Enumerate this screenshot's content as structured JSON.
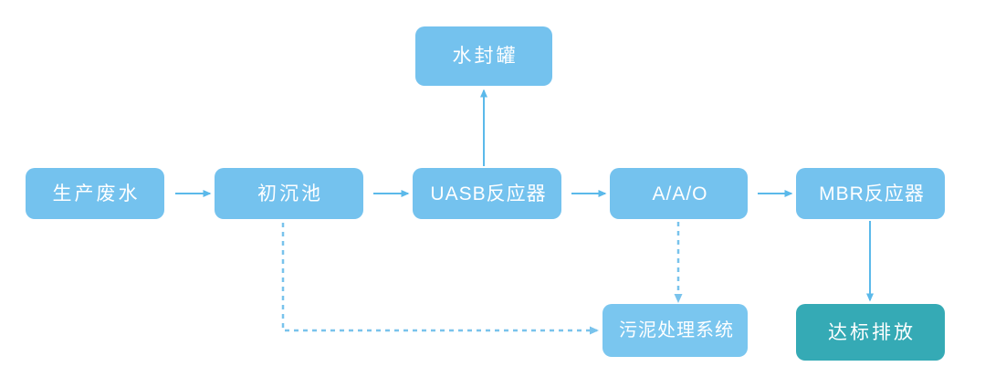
{
  "diagram": {
    "title": "",
    "type": "process-flowchart",
    "colors": {
      "node_fill": "#74c2ee",
      "node_fill_alt": "#7ac6ef",
      "node_fill_final": "#35aab5",
      "edge": "#5bb9ea",
      "dashed_edge": "#79c3ec",
      "label_text": "#ffffff",
      "background": "#ffffff"
    },
    "nodes": [
      {
        "id": "cjfs",
        "label": "生产废水",
        "kind": "primary"
      },
      {
        "id": "ccc",
        "label": "初沉池",
        "kind": "primary"
      },
      {
        "id": "uasb",
        "label": "UASB反应器",
        "kind": "primary"
      },
      {
        "id": "aao",
        "label": "A/A/O",
        "kind": "primary"
      },
      {
        "id": "mbr",
        "label": "MBR反应器",
        "kind": "primary"
      },
      {
        "id": "sfg",
        "label": "水封罐",
        "kind": "primary"
      },
      {
        "id": "wncl",
        "label": "污泥处理系统",
        "kind": "primary"
      },
      {
        "id": "dbpf",
        "label": "达标排放",
        "kind": "final"
      }
    ],
    "edges": [
      {
        "from": "cjfs",
        "to": "ccc",
        "style": "solid",
        "direction": "right"
      },
      {
        "from": "ccc",
        "to": "uasb",
        "style": "solid",
        "direction": "right"
      },
      {
        "from": "uasb",
        "to": "aao",
        "style": "solid",
        "direction": "right"
      },
      {
        "from": "aao",
        "to": "mbr",
        "style": "solid",
        "direction": "right"
      },
      {
        "from": "uasb",
        "to": "sfg",
        "style": "solid",
        "direction": "up"
      },
      {
        "from": "mbr",
        "to": "dbpf",
        "style": "solid",
        "direction": "down"
      },
      {
        "from": "aao",
        "to": "wncl",
        "style": "dashed",
        "direction": "down"
      },
      {
        "from": "ccc",
        "to": "wncl",
        "style": "dashed",
        "direction": "down-right"
      }
    ]
  }
}
